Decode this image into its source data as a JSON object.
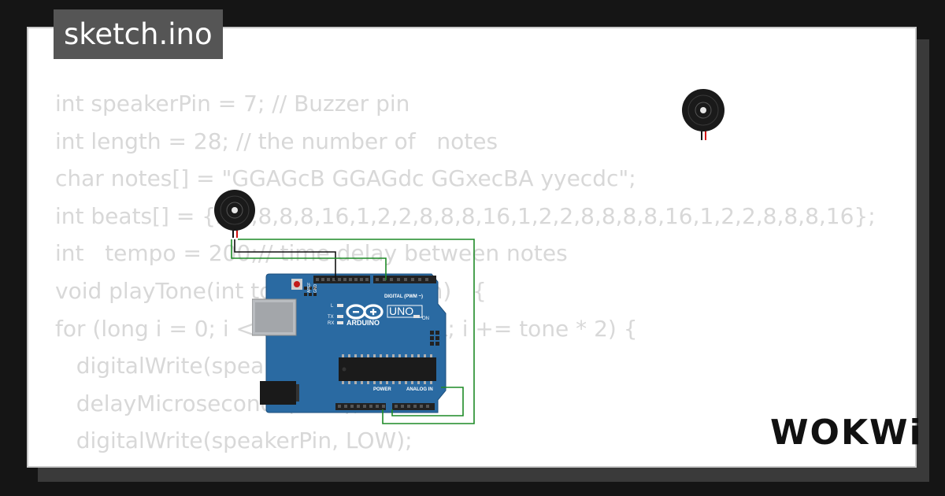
{
  "tab": {
    "title": "sketch.ino"
  },
  "code_lines": [
    "int speakerPin = 7; // Buzzer pin",
    "int length = 28; // the number of   notes",
    "char notes[] = \"GGAGcB GGAGdc GGxecBA yyecdc\";",
    "int beats[] = {2,2,8,8,8,16,1,2,2,8,8,8,16,1,2,2,8,8,8,8,16,1,2,2,8,8,8,16};",
    "int   tempo = 200;// time delay between notes",
    "",
    "void playTone(int tone, int duration)   {",
    "for (long i = 0; i < duration * 1000L; i += tone * 2) {",
    "   digitalWrite(speakerPin, HIGH);",
    "   delayMicroseconds(tone);",
    "   digitalWrite(speakerPin, LOW);"
  ],
  "board": {
    "brand": "ARDUINO",
    "model": "UNO",
    "digital_label": "DIGITAL (PWM ~)",
    "power_label": "POWER",
    "analog_label": "ANALOG IN",
    "on_label": "ON",
    "l_label": "L",
    "tx_label": "TX",
    "rx_label": "RX",
    "aref_label": "AREF",
    "gnd_label": "GND"
  },
  "logo": {
    "text": "WOKWi"
  },
  "colors": {
    "board": "#2a6aa2",
    "wire_green": "#1d8a26",
    "wire_black": "#111111",
    "wire_red": "#d01010",
    "code_text": "#d8d8d8",
    "tab_bg": "#555555"
  }
}
